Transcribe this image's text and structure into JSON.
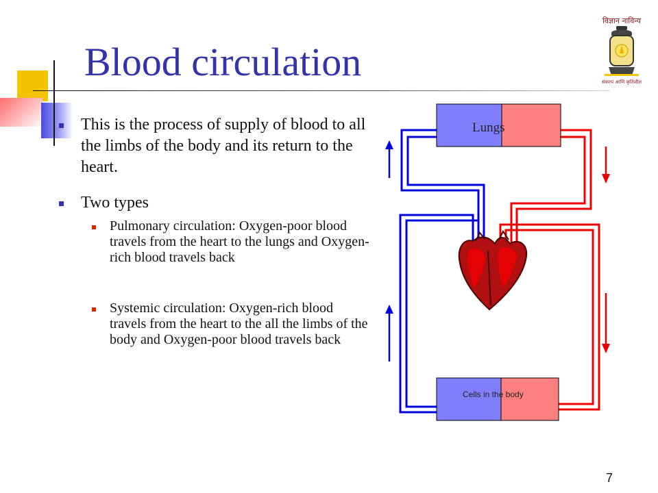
{
  "slide": {
    "title": "Blood circulation",
    "page_number": "7"
  },
  "bullets": [
    {
      "text": "This is the process of supply of blood to all the limbs of the body and its return to the heart."
    },
    {
      "text": "Two types"
    }
  ],
  "sub_bullets": [
    {
      "text": "Pulmonary circulation: Oxygen-poor blood travels from the heart to the lungs and Oxygen-rich blood travels back"
    },
    {
      "text": "Systemic circulation: Oxygen-rich blood travels from the heart to the all the limbs of the body and Oxygen-poor blood travels back"
    }
  ],
  "diagram": {
    "lungs_label": "Lungs",
    "cells_label": "Cells in the body",
    "colors": {
      "oxygen_poor": "#0000dd",
      "oxygen_rich": "#ee0000",
      "box_blue": "#8080ff",
      "box_red": "#ff8080",
      "heart": "#b01010"
    }
  },
  "logo": {
    "text_top": "विज्ञान नाविन्य",
    "text_bottom": "संकल्प आणि कृतिशील"
  }
}
